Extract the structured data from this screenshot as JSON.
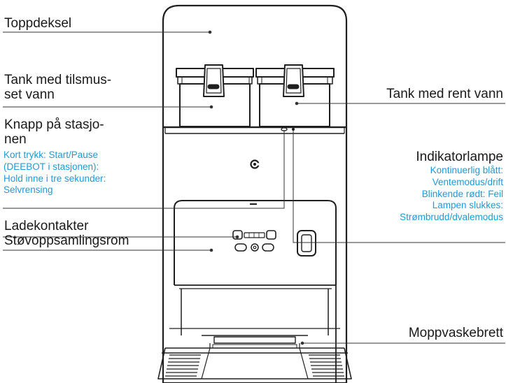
{
  "labels": {
    "top_cover": "Toppdeksel",
    "dirty_tank": [
      "Tank med tilsmus-",
      "set vann"
    ],
    "clean_tank": "Tank med rent vann",
    "station_button": [
      "Knapp på stasjo-",
      "nen"
    ],
    "station_button_info": [
      "Kort trykk: Start/Pause",
      "(DEEBOT i stasjonen):",
      "Hold inne i tre sekunder:",
      "Selvrensing"
    ],
    "indicator": "Indikatorlampe",
    "indicator_info": [
      "Kontinuerlig blått:",
      "Ventemodus/drift",
      "Blinkende rødt: Feil",
      "Lampen slukkes:",
      "Strømbrudd/dvalemodus"
    ],
    "dust_chamber": "Støvoppsamlingsrom",
    "charging_contacts": "Ladekontakter",
    "mop_tray": "Moppvaskebrett"
  },
  "colors": {
    "text": "#1a1a1a",
    "info_text": "#1d9ad6",
    "line": "#333333",
    "device_stroke": "#1f1f1f"
  }
}
